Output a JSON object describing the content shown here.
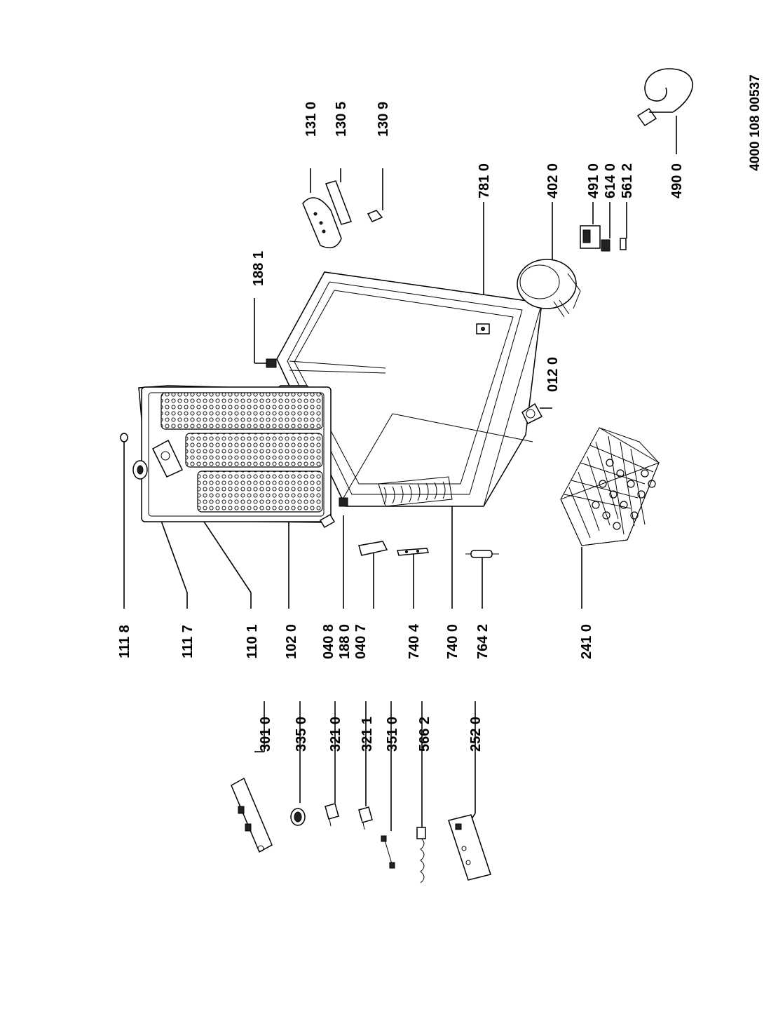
{
  "document_code": "4000 108 00537",
  "parts": [
    {
      "id": "p1118",
      "label": "111 8"
    },
    {
      "id": "p1117",
      "label": "111 7"
    },
    {
      "id": "p1101",
      "label": "110 1"
    },
    {
      "id": "p1020",
      "label": "102 0"
    },
    {
      "id": "p0408",
      "label": "040 8"
    },
    {
      "id": "p1880",
      "label": "188 0"
    },
    {
      "id": "p0407",
      "label": "040 7"
    },
    {
      "id": "p7404",
      "label": "740 4"
    },
    {
      "id": "p7400",
      "label": "740 0"
    },
    {
      "id": "p7642",
      "label": "764 2"
    },
    {
      "id": "p2410",
      "label": "241 0"
    },
    {
      "id": "p3010",
      "label": "301 0"
    },
    {
      "id": "p3350",
      "label": "335 0"
    },
    {
      "id": "p3210",
      "label": "321 0"
    },
    {
      "id": "p3211",
      "label": "321 1"
    },
    {
      "id": "p3510",
      "label": "351 0"
    },
    {
      "id": "p5662",
      "label": "566 2"
    },
    {
      "id": "p2520",
      "label": "252 0"
    },
    {
      "id": "p1881",
      "label": "188 1"
    },
    {
      "id": "p0120",
      "label": "012 0"
    },
    {
      "id": "p7810",
      "label": "781 0"
    },
    {
      "id": "p4020",
      "label": "402 0"
    },
    {
      "id": "p4910",
      "label": "491 0"
    },
    {
      "id": "p6140",
      "label": "614 0"
    },
    {
      "id": "p5612",
      "label": "561 2"
    },
    {
      "id": "p4900",
      "label": "490 0"
    },
    {
      "id": "p1310",
      "label": "131 0"
    },
    {
      "id": "p1305",
      "label": "130 5"
    },
    {
      "id": "p1309",
      "label": "130 9"
    }
  ]
}
